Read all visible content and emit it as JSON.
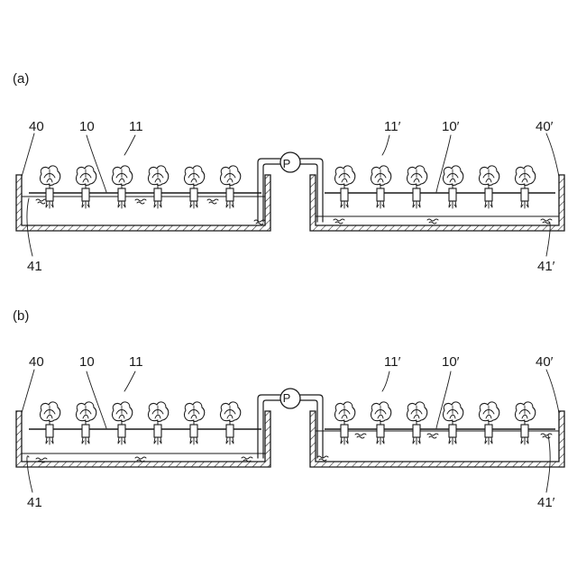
{
  "panels": [
    {
      "id": "a",
      "label": "(a)",
      "pump_label": "P",
      "left_tank": {
        "labels": {
          "tank": "40",
          "float": "10",
          "plant": "11",
          "water": "41"
        }
      },
      "right_tank": {
        "labels": {
          "tank": "40′",
          "float": "10′",
          "plant": "11′",
          "water": "41′"
        }
      }
    },
    {
      "id": "b",
      "label": "(b)",
      "pump_label": "P",
      "left_tank": {
        "labels": {
          "tank": "40",
          "float": "10",
          "plant": "11",
          "water": "41"
        }
      },
      "right_tank": {
        "labels": {
          "tank": "40′",
          "float": "10′",
          "plant": "11′",
          "water": "41′"
        }
      }
    }
  ],
  "colors": {
    "line": "#1a1a1a",
    "background": "#ffffff"
  }
}
